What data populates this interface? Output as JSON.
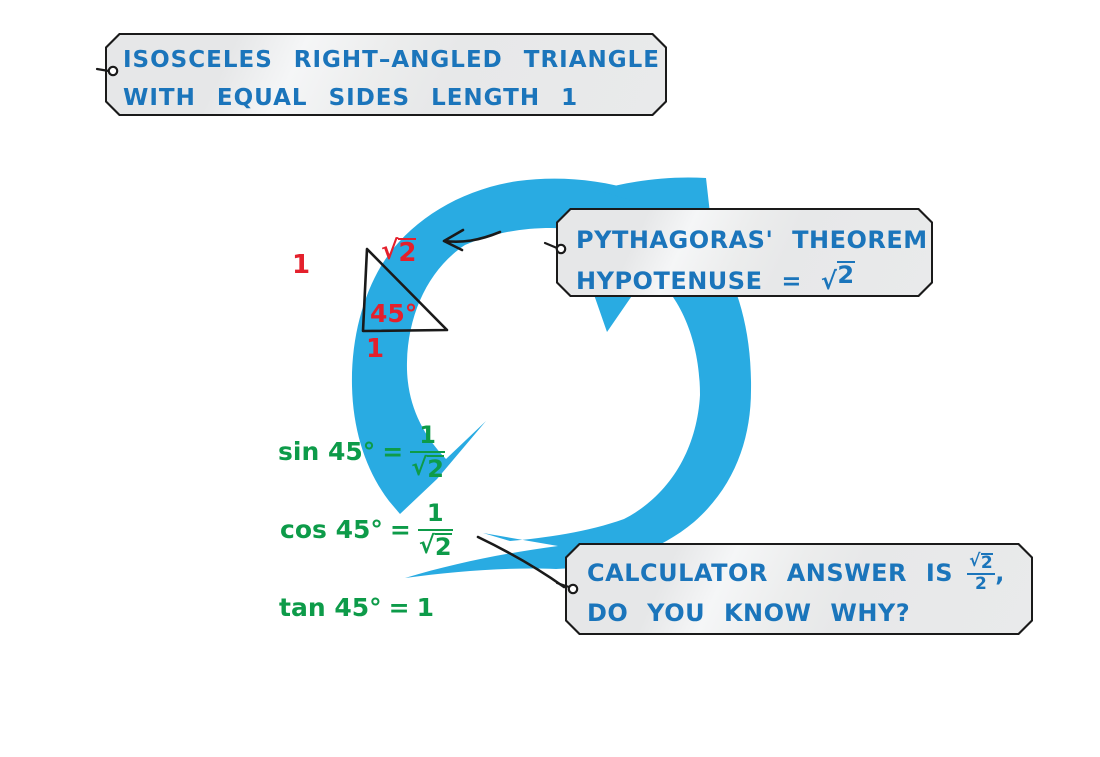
{
  "colors": {
    "band_blue": "#29ABE2",
    "text_blue": "#1B75BB",
    "red": "#E4202C",
    "green": "#0D9B49",
    "tag_bg": "#E9EAEB",
    "ink": "#1A1A1A"
  },
  "top_tag": {
    "line1": "ISOSCELES RIGHT–ANGLED TRIANGLE",
    "line2": "WITH EQUAL SIDES LENGTH 1"
  },
  "pythagoras_tag": {
    "line1": "PYTHAGORAS' THEOREM",
    "line2_prefix": "HYPOTENUSE =",
    "radical": "√",
    "radicand": "2"
  },
  "calculator_tag": {
    "line1_prefix": "CALCULATOR ANSWER IS",
    "fraction_radical": "√",
    "fraction_radicand": "2",
    "fraction_denominator": "2",
    "comma": ",",
    "line2": "DO YOU KNOW WHY?"
  },
  "triangle_labels": {
    "left_side": "1",
    "hyp_radical": "√",
    "hyp_radicand": "2",
    "angle": "45°",
    "base": "1"
  },
  "equations": {
    "sin": {
      "lhs": "sin 45°",
      "equals": "=",
      "numerator": "1",
      "radical": "√",
      "radicand": "2"
    },
    "cos": {
      "lhs": "cos 45°",
      "equals": "=",
      "numerator": "1",
      "radical": "√",
      "radicand": "2"
    },
    "tan": {
      "lhs": "tan 45°",
      "equals": "=",
      "rhs": "1"
    }
  }
}
